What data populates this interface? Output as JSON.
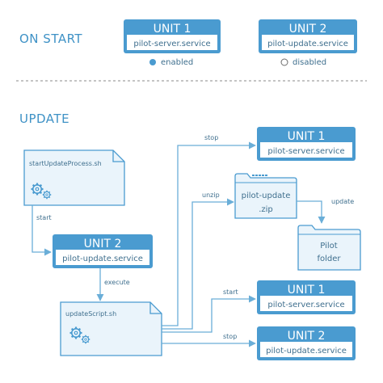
{
  "colors": {
    "primary": "#4a9bd0",
    "line": "#6aaed8",
    "text": "#3f6f8e",
    "section": "#3f92c6",
    "file_fill": "#eaf4fb"
  },
  "on_start": {
    "title": "ON START",
    "unit1": {
      "title": "UNIT 1",
      "service": "pilot-server.service",
      "status": "enabled"
    },
    "unit2": {
      "title": "UNIT 2",
      "service": "pilot-update.service",
      "status": "disabled"
    }
  },
  "update": {
    "title": "UPDATE",
    "start_script": {
      "name": "startUpdateProcess.sh",
      "icon": "gears-icon"
    },
    "update_script": {
      "name": "updateScript.sh",
      "icon": "gears-icon"
    },
    "mid_unit": {
      "title": "UNIT 2",
      "service": "pilot-update.service"
    },
    "zip": {
      "line1": "pilot-update",
      "line2": ".zip",
      "icon": "zip-folder-icon"
    },
    "pilot_folder": {
      "line1": "Pilot",
      "line2": "folder",
      "icon": "folder-icon"
    },
    "targets": {
      "stop_server": {
        "title": "UNIT 1",
        "service": "pilot-server.service"
      },
      "start_server": {
        "title": "UNIT 1",
        "service": "pilot-server.service"
      },
      "stop_update": {
        "title": "UNIT 2",
        "service": "pilot-update.service"
      }
    },
    "labels": {
      "start": "start",
      "execute": "execute",
      "stop1": "stop",
      "unzip": "unzip",
      "update": "update",
      "start2": "start",
      "stop2": "stop"
    }
  }
}
